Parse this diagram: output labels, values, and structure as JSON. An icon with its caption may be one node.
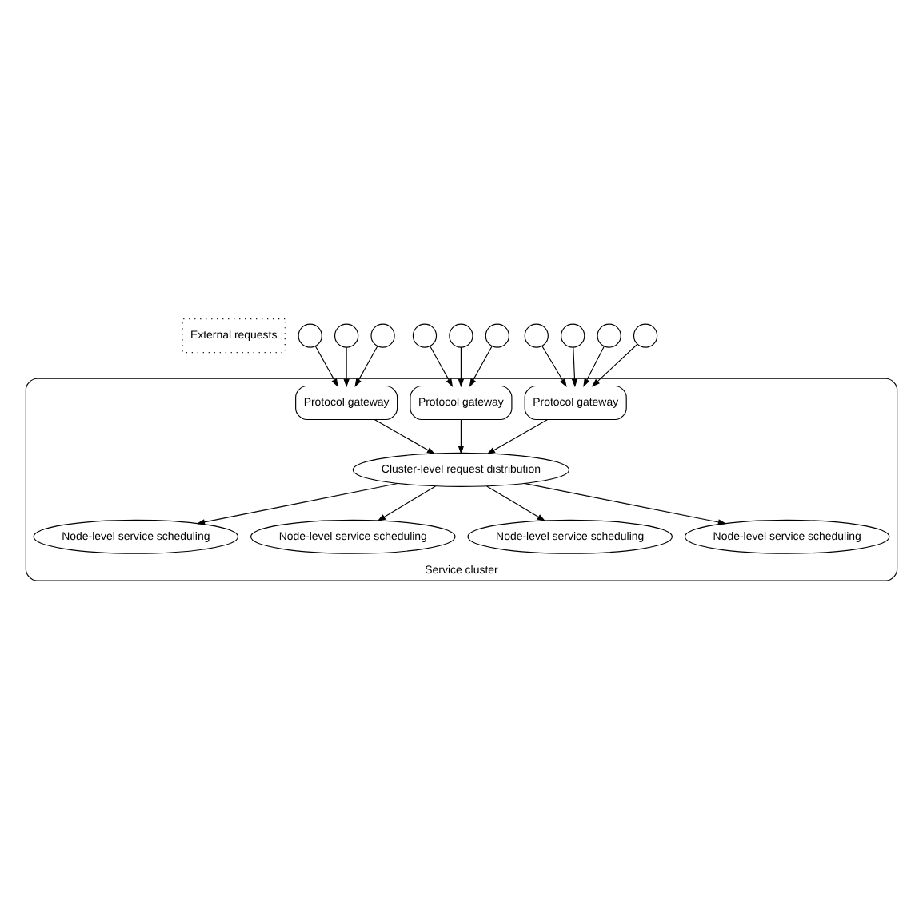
{
  "diagram": {
    "nodes": [
      {
        "text": [],
        "shape": "circle"
      },
      {
        "text": [],
        "shape": "circle"
      },
      {
        "text": [],
        "shape": "circle"
      },
      {
        "text": [],
        "shape": "circle"
      },
      {
        "text": [],
        "shape": "circle"
      },
      {
        "text": [],
        "shape": "circle"
      },
      {
        "text": [],
        "shape": "circle"
      },
      {
        "text": [],
        "shape": "circle"
      },
      {
        "text": [],
        "shape": "circle"
      },
      {
        "text": [],
        "shape": "circle"
      },
      {
        "text": [
          "Service cluster"
        ]
      },
      {
        "text": [
          "Protocol gateway"
        ],
        "in": 10
      },
      {
        "text": [
          "Protocol gateway"
        ],
        "in": 10
      },
      {
        "text": [
          "Protocol gateway"
        ],
        "in": 10
      },
      {
        "text": [
          "Cluster-level request distribution"
        ],
        "in": 10
      },
      {
        "text": [
          "Node-level service scheduling"
        ],
        "in": 10
      },
      {
        "text": [
          "Node-level service scheduling"
        ],
        "in": 10
      },
      {
        "text": [
          "Node-level service scheduling"
        ],
        "in": 10
      },
      {
        "text": [
          "Node-level service scheduling"
        ],
        "in": 10
      }
    ],
    "edges": [
      {
        "from": 0,
        "to": 11,
        "arrow": "to"
      },
      {
        "from": 1,
        "to": 11,
        "arrow": "to"
      },
      {
        "from": 2,
        "to": 11,
        "arrow": "to"
      },
      {
        "from": 3,
        "to": 12,
        "arrow": "to"
      },
      {
        "from": 4,
        "to": 12,
        "arrow": "to"
      },
      {
        "from": 5,
        "to": 12,
        "arrow": "to"
      },
      {
        "from": 6,
        "to": 13,
        "arrow": "to"
      },
      {
        "from": 7,
        "to": 13,
        "arrow": "to"
      },
      {
        "from": 8,
        "to": 13,
        "arrow": "to"
      },
      {
        "from": 9,
        "to": 13,
        "arrow": "to"
      },
      {
        "from": 11,
        "to": 14,
        "arrow": "to"
      },
      {
        "from": 12,
        "to": 14,
        "arrow": "to"
      },
      {
        "from": 13,
        "to": 14,
        "arrow": "to"
      },
      {
        "from": 14,
        "to": 15,
        "arrow": "to"
      },
      {
        "from": 14,
        "to": 16,
        "arrow": "to"
      },
      {
        "from": 14,
        "to": 17,
        "arrow": "to"
      },
      {
        "from": 14,
        "to": 18,
        "arrow": "to"
      }
    ],
    "labels": [
      "External requests"
    ]
  }
}
